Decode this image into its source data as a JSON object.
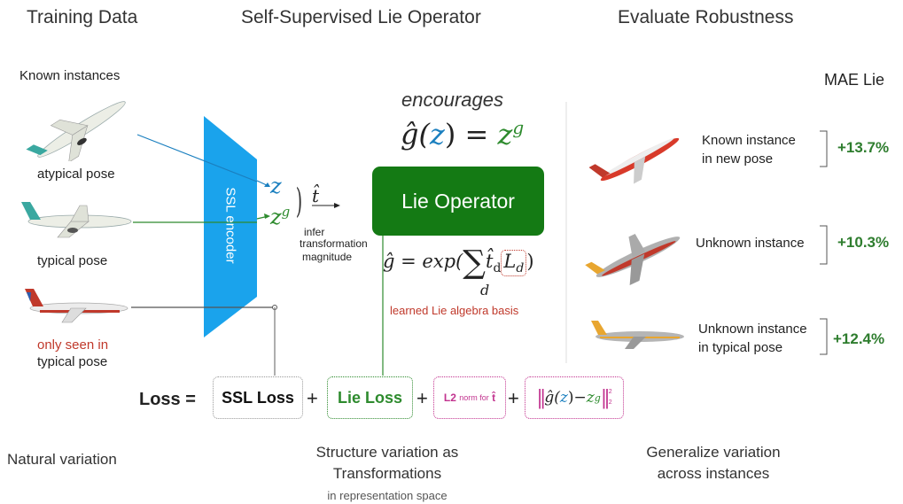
{
  "headers": {
    "training_data": "Training Data",
    "ssl_lie_operator": "Self-Supervised Lie Operator",
    "evaluate_robustness": "Evaluate Robustness"
  },
  "left": {
    "known_instances": "Known instances",
    "atypical_pose": "atypical pose",
    "typical_pose": "typical pose",
    "only_seen_in": "only seen in",
    "typical_pose_2": "typical pose",
    "natural_variation": "Natural variation"
  },
  "encoder": {
    "label": "SSL encoder"
  },
  "middle": {
    "z": "z",
    "zg": "z",
    "zg_sup": "g",
    "t_hat": "t̂",
    "infer": "infer",
    "transformation": "transformation",
    "magnitude": "magnitude",
    "encourages": "encourages",
    "eq_lhs": "ĝ(",
    "eq_z": "z",
    "eq_mid": ") = ",
    "eq_rhs": "z",
    "eq_sup": "g",
    "lie_operator": "Lie Operator",
    "formula_lhs": "ĝ = exp(",
    "formula_sum": "∑",
    "formula_sub": "d",
    "formula_t": "t̂",
    "formula_td": "d",
    "formula_L": "L",
    "formula_Ld": "d",
    "formula_close": ")",
    "learned_basis": "learned Lie algebra basis",
    "structure_1": "Structure variation as",
    "structure_2": "Transformations",
    "in_rep_space": "in representation space"
  },
  "loss": {
    "loss_label": "Loss =",
    "ssl_loss": "SSL Loss",
    "plus": "+",
    "lie_loss": "Lie Loss",
    "l2": "L2",
    "norm_for": "norm for",
    "t_bold": "t̂",
    "norm_g": "ĝ(",
    "norm_z": "z",
    "norm_minus": ")−",
    "norm_zg": "z",
    "norm_zg_sup": "g",
    "norm_sub": "2",
    "norm_sup": "2"
  },
  "right": {
    "mae_lie": "MAE Lie",
    "rows": [
      {
        "line1": "Known instance",
        "line2": "in new pose",
        "value": "+13.7%"
      },
      {
        "line1": "Unknown instance",
        "line2": "",
        "value": "+10.3%"
      },
      {
        "line1": "Unknown instance",
        "line2": "in typical pose",
        "value": "+12.4%"
      }
    ],
    "generalize_1": "Generalize variation",
    "generalize_2": "across instances"
  },
  "colors": {
    "encoder_blue": "#1aa3ec",
    "lie_green": "#147a14",
    "z_blue": "#1a7fbf",
    "zg_green": "#2e8b2e",
    "red_text": "#c0392b",
    "magenta": "#c2338f",
    "pct_green": "#2e7d2e"
  }
}
